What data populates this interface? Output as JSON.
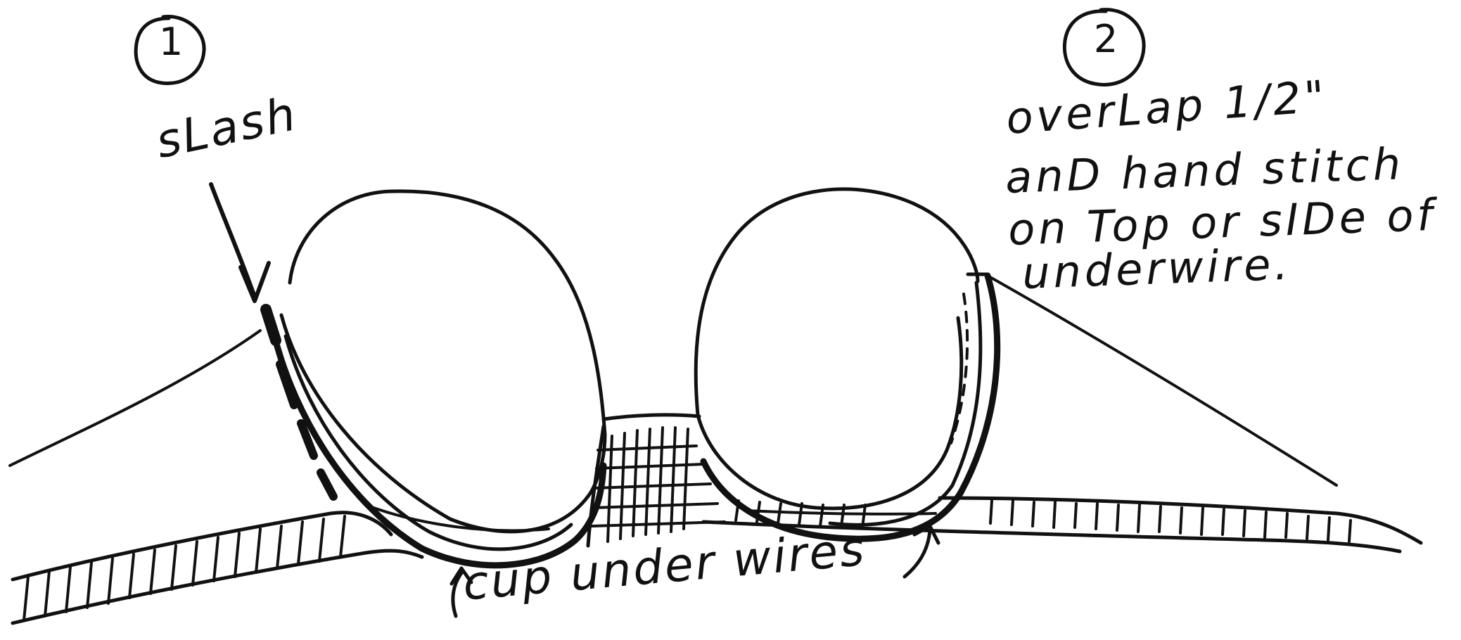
{
  "step_one": {
    "number": "1",
    "label": "sLash"
  },
  "step_two": {
    "number": "2",
    "instruction_lines": [
      "overLap 1/2\"",
      "anD hand stitch",
      "on Top or sIDe of",
      "underwire."
    ]
  },
  "underwire_label": "cup under wires",
  "colors": {
    "ink": "#111111",
    "paper": "#ffffff"
  }
}
